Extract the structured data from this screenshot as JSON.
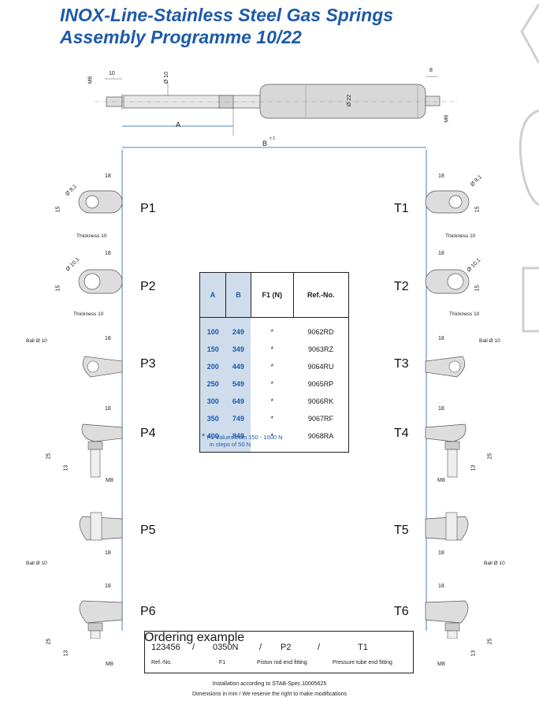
{
  "title_line1": "INOX-Line-Stainless Steel Gas Springs",
  "title_line2": "Assembly Programme 10/22",
  "spring_dims": {
    "m6_left": "M6",
    "d10_len": "10",
    "d10_dia": "Ø 10",
    "a": "A",
    "b": "B",
    "b_tol": "± 2",
    "d22": "Ø 22",
    "eight": "8",
    "m6_right": "M6"
  },
  "left_fittings": [
    {
      "code": "P1",
      "dim1": "18",
      "dim2": "15",
      "dia": "Ø 8,1",
      "note": "Thickness 10"
    },
    {
      "code": "P2",
      "dim1": "18",
      "dim2": "15",
      "dia": "Ø 10,1",
      "note": "Thickness 10"
    },
    {
      "code": "P3",
      "dim1": "18",
      "ball": "Ball Ø 10"
    },
    {
      "code": "P4",
      "dim1": "18",
      "dim2": "25",
      "dim3": "13",
      "thread": "M8"
    },
    {
      "code": "P5",
      "dim1": "18",
      "ball": "Ball Ø 10"
    },
    {
      "code": "P6",
      "dim1": "18",
      "dim2": "25",
      "dim3": "13",
      "thread": "M8"
    }
  ],
  "right_fittings": [
    {
      "code": "T1",
      "dim1": "18",
      "dim2": "15",
      "dia": "Ø 8,1",
      "note": "Thickness 10"
    },
    {
      "code": "T2",
      "dim1": "18",
      "dim2": "15",
      "dia": "Ø 10,1",
      "note": "Thickness 10"
    },
    {
      "code": "T3",
      "dim1": "18",
      "ball": "Ball Ø 10"
    },
    {
      "code": "T4",
      "dim1": "18",
      "dim2": "25",
      "dim3": "13",
      "thread": "M8"
    },
    {
      "code": "T5",
      "dim1": "18",
      "ball": "Ball Ø 10"
    },
    {
      "code": "T6",
      "dim1": "18",
      "dim2": "25",
      "dim3": "13",
      "thread": "M8"
    }
  ],
  "table": {
    "headers": [
      "A",
      "B",
      "F1 (N)",
      "Ref.-No."
    ],
    "rows": [
      [
        "100",
        "249",
        "*",
        "9062RD"
      ],
      [
        "150",
        "349",
        "*",
        "9063RZ"
      ],
      [
        "200",
        "449",
        "*",
        "9064RU"
      ],
      [
        "250",
        "549",
        "*",
        "9065RP"
      ],
      [
        "300",
        "649",
        "*",
        "9066RK"
      ],
      [
        "350",
        "749",
        "*",
        "9067RF"
      ],
      [
        "400",
        "849",
        "*",
        "9068RA"
      ]
    ]
  },
  "note": {
    "star": "*",
    "line1": "F1-Values from 150 - 1000 N",
    "line2": "in steps of 50 N"
  },
  "ordering": {
    "caption": "Ordering example",
    "values": [
      "123456",
      "/",
      "0350N",
      "/",
      "P2",
      "/",
      "T1"
    ],
    "labels": [
      "Ref.-No.",
      "F1",
      "Piston rod end fitting",
      "Pressure tube end fitting"
    ]
  },
  "footer1": "Installation according to STAB-Spec.10005625",
  "footer2": "Dimensions in mm / We reserve the right to make modifications"
}
